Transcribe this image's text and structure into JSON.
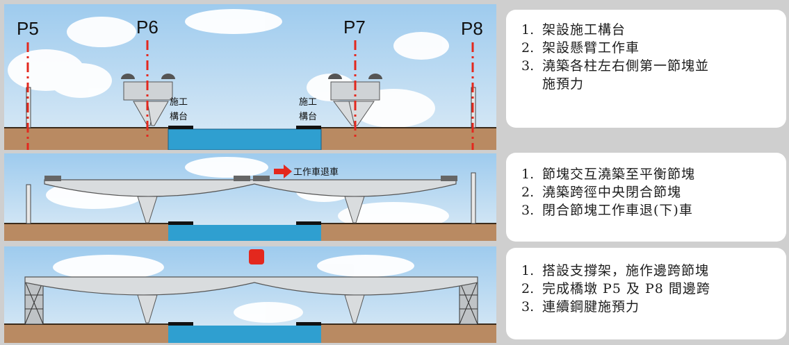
{
  "piers": [
    "P5",
    "P6",
    "P7",
    "P8"
  ],
  "platform_label": [
    "施工",
    "構台"
  ],
  "retreat_label": "工作車退車",
  "stages": [
    {
      "steps": [
        {
          "num": "1.",
          "text": "架設施工構台"
        },
        {
          "num": "2.",
          "text": "架設懸臂工作車"
        },
        {
          "num": "3.",
          "text": "澆築各柱左右側第一節塊並"
        },
        {
          "num": "",
          "text": "施預力"
        }
      ]
    },
    {
      "steps": [
        {
          "num": "1.",
          "text": "節塊交互澆築至平衡節塊"
        },
        {
          "num": "2.",
          "text": "澆築跨徑中央閉合節塊"
        },
        {
          "num": "3.",
          "text": "閉合節塊工作車退(下)車"
        }
      ]
    },
    {
      "steps": [
        {
          "num": "1.",
          "text": "搭設支撐架，施作邊跨節塊"
        },
        {
          "num": "2.",
          "text": "完成橋墩 P5 及 P8 間邊跨"
        },
        {
          "num": "3.",
          "text": "連續鋼腱施預力"
        }
      ]
    }
  ],
  "colors": {
    "sky": "#cfe6f6",
    "ground": "#b98a62",
    "water": "#2f9fd0",
    "centerline": "#e3281e",
    "arrow": "#e3281e",
    "structure": "#d9dcde"
  }
}
